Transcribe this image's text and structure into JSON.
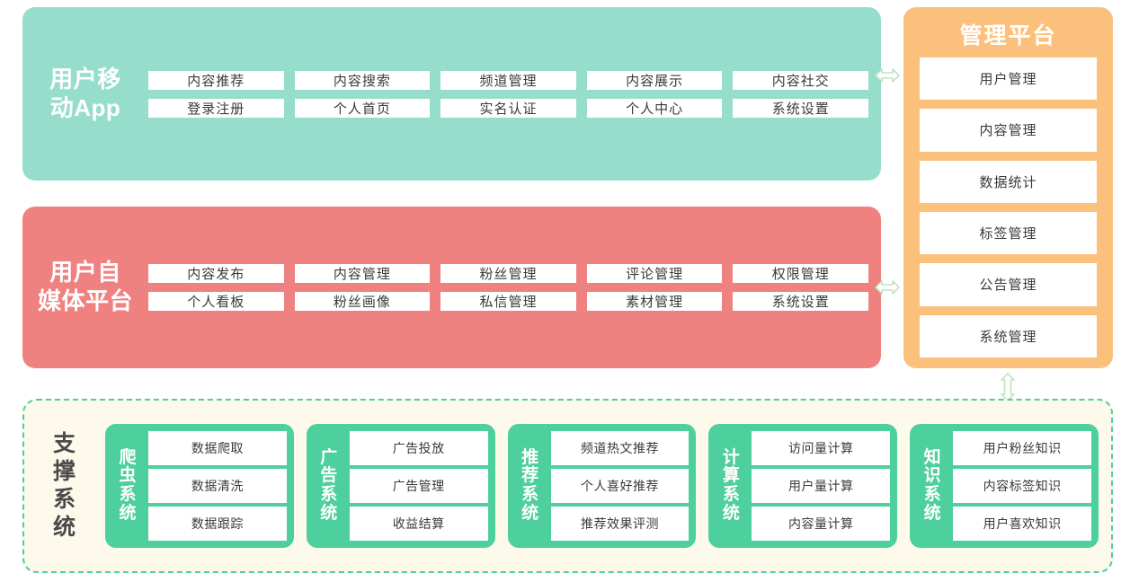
{
  "sections": {
    "mobile_app": {
      "label": "用户移\n动App",
      "color": "#96ddcb",
      "items": [
        "内容推荐",
        "内容搜索",
        "频道管理",
        "内容展示",
        "内容社交",
        "登录注册",
        "个人首页",
        "实名认证",
        "个人中心",
        "系统设置"
      ]
    },
    "self_media": {
      "label": "用户自\n媒体平台",
      "color": "#ef8181",
      "items": [
        "内容发布",
        "内容管理",
        "粉丝管理",
        "评论管理",
        "权限管理",
        "个人看板",
        "粉丝画像",
        "私信管理",
        "素材管理",
        "系统设置"
      ]
    },
    "management": {
      "title": "管理平台",
      "color": "#fbc07c",
      "items": [
        "用户管理",
        "内容管理",
        "数据统计",
        "标签管理",
        "公告管理",
        "系统管理"
      ]
    },
    "support": {
      "label": "支撑系统",
      "bg_color": "#fdfaeb",
      "border_color": "#4ecf9e",
      "group_color": "#4ecf9e",
      "groups": [
        {
          "name": "爬虫系统",
          "items": [
            "数据爬取",
            "数据清洗",
            "数据跟踪"
          ]
        },
        {
          "name": "广告系统",
          "items": [
            "广告投放",
            "广告管理",
            "收益结算"
          ]
        },
        {
          "name": "推荐系统",
          "items": [
            "频道热文推荐",
            "个人喜好推荐",
            "推荐效果评测"
          ]
        },
        {
          "name": "计算系统",
          "items": [
            "访问量计算",
            "用户量计算",
            "内容量计算"
          ]
        },
        {
          "name": "知识系统",
          "items": [
            "用户粉丝知识",
            "内容标签知识",
            "用户喜欢知识"
          ]
        }
      ]
    }
  },
  "connectors": [
    {
      "name": "app-to-management",
      "type": "horizontal-double-arrow",
      "color": "#c9e8c9"
    },
    {
      "name": "selfmedia-to-management",
      "type": "horizontal-double-arrow",
      "color": "#c9e8c9"
    },
    {
      "name": "management-to-support",
      "type": "vertical-double-arrow",
      "color": "#c9e8c9"
    }
  ]
}
